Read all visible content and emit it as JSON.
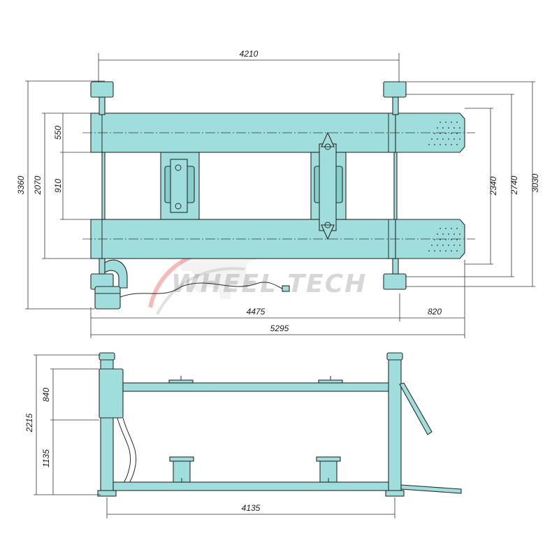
{
  "watermark": {
    "text": "WHEEL TECH",
    "brand_gray": "#c8c8c8",
    "brand_red": "#e53935"
  },
  "colors": {
    "part_fill": "#9fdedc",
    "part_stroke": "#2a2a2a"
  },
  "top_view": {
    "dimensions": {
      "post_center_width": "4210",
      "overall_depth_left": "3360",
      "inner_depth_left": "2070",
      "runway_width": "550",
      "runway_gap": "910",
      "right_2340": "2340",
      "right_2740": "2740",
      "right_3030": "3030",
      "runway_length": "4475",
      "overhang": "820",
      "overall_length": "5295"
    }
  },
  "side_view": {
    "dimensions": {
      "upper_height": "840",
      "lower_height": "1135",
      "overall_height": "2215",
      "post_spacing": "4135"
    }
  }
}
